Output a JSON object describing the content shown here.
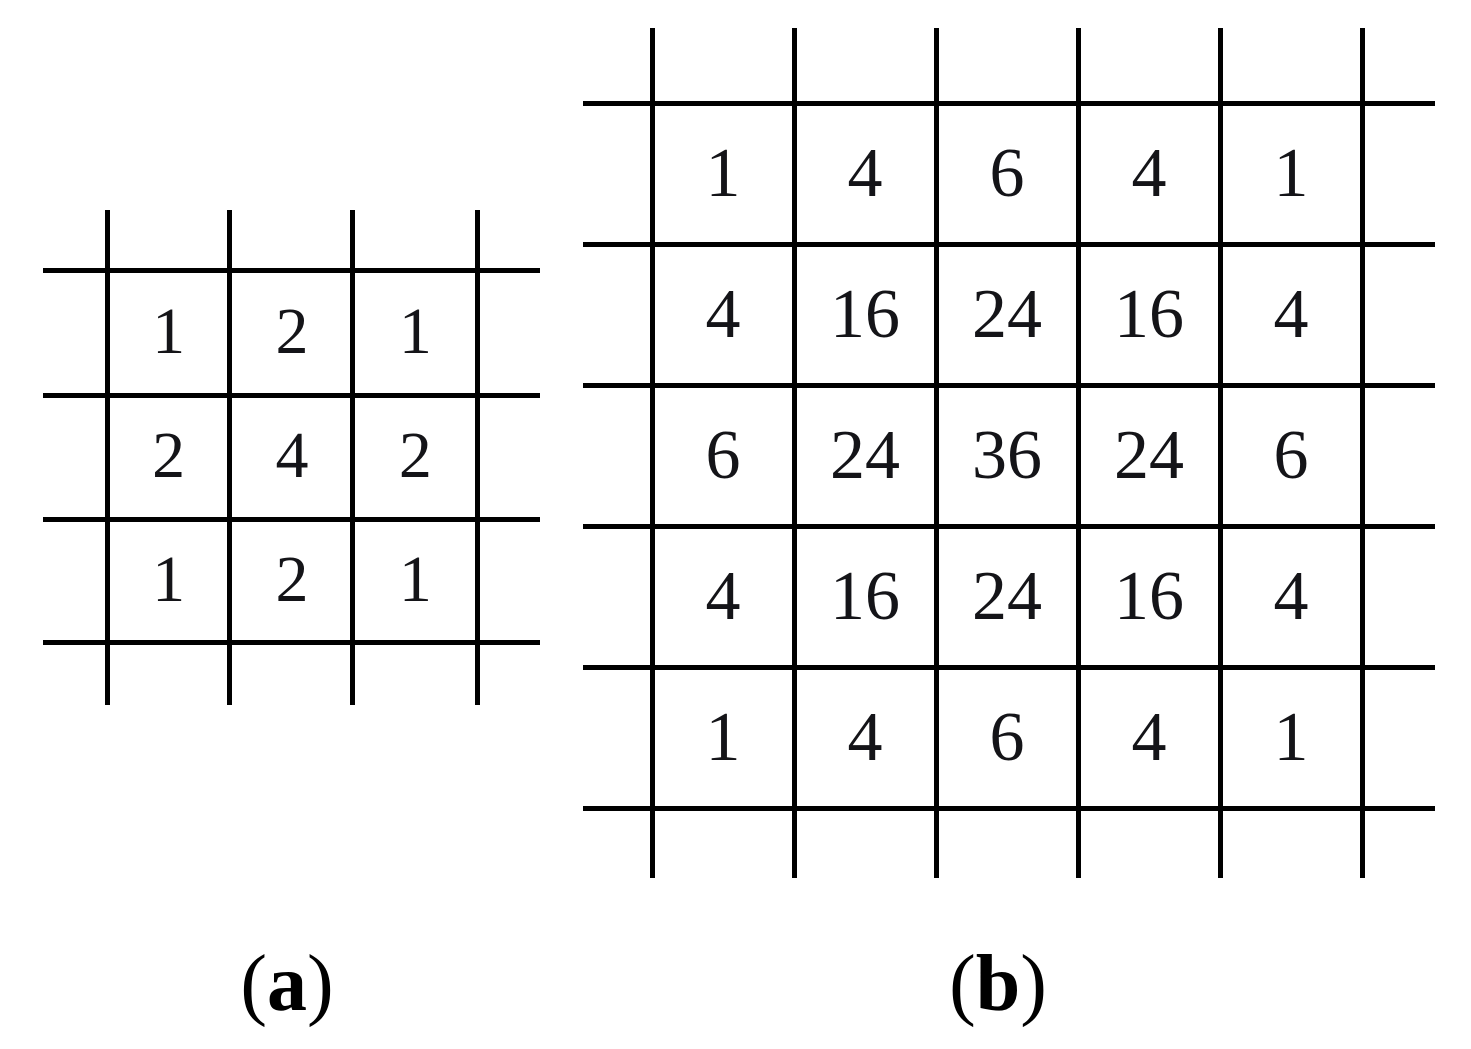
{
  "figure": {
    "colors": {
      "background": "#ffffff",
      "line": "#000000",
      "digit": "#141418"
    },
    "panels": [
      {
        "id": "a",
        "caption": "(a)",
        "caption_open": "(",
        "caption_letter": "a",
        "caption_close": ")",
        "rows": [
          [
            1,
            2,
            1
          ],
          [
            2,
            4,
            2
          ],
          [
            1,
            2,
            1
          ]
        ]
      },
      {
        "id": "b",
        "caption": "(b)",
        "caption_open": "(",
        "caption_letter": "b",
        "caption_close": ")",
        "rows": [
          [
            1,
            4,
            6,
            4,
            1
          ],
          [
            4,
            16,
            24,
            16,
            4
          ],
          [
            6,
            24,
            36,
            24,
            6
          ],
          [
            4,
            16,
            24,
            16,
            4
          ],
          [
            1,
            4,
            6,
            4,
            1
          ]
        ]
      }
    ]
  }
}
